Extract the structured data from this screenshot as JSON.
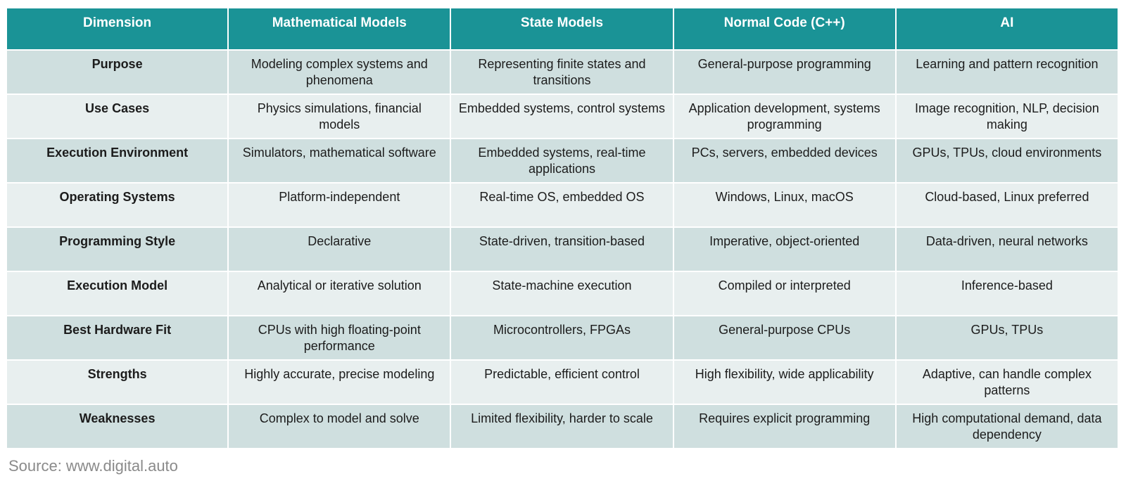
{
  "table": {
    "headers": [
      "Dimension",
      "Mathematical Models",
      "State Models",
      "Normal Code (C++)",
      "AI"
    ],
    "rows": [
      [
        "Purpose",
        "Modeling complex systems and phenomena",
        "Representing finite states and transitions",
        "General-purpose programming",
        "Learning and pattern recognition"
      ],
      [
        "Use Cases",
        "Physics simulations, financial models",
        "Embedded systems, control systems",
        "Application development, systems programming",
        "Image recognition, NLP, decision making"
      ],
      [
        "Execution Environment",
        "Simulators, mathematical software",
        "Embedded systems, real-time applications",
        "PCs, servers, embedded devices",
        "GPUs, TPUs, cloud environments"
      ],
      [
        "Operating Systems",
        "Platform-independent",
        "Real-time OS, embedded OS",
        "Windows, Linux, macOS",
        "Cloud-based, Linux preferred"
      ],
      [
        "Programming Style",
        "Declarative",
        "State-driven, transition-based",
        "Imperative, object-oriented",
        "Data-driven, neural networks"
      ],
      [
        "Execution Model",
        "Analytical or iterative solution",
        "State-machine execution",
        "Compiled or interpreted",
        "Inference-based"
      ],
      [
        "Best Hardware Fit",
        "CPUs with high floating-point performance",
        "Microcontrollers, FPGAs",
        "General-purpose CPUs",
        "GPUs, TPUs"
      ],
      [
        "Strengths",
        "Highly accurate, precise modeling",
        "Predictable, efficient control",
        "High flexibility, wide applicability",
        "Adaptive, can handle complex patterns"
      ],
      [
        "Weaknesses",
        "Complex to model and solve",
        "Limited flexibility, harder to scale",
        "Requires explicit programming",
        "High computational demand, data dependency"
      ]
    ]
  },
  "source": "Source: www.digital.auto",
  "colors": {
    "header_bg": "#1a9396",
    "header_text": "#ffffff",
    "row_odd_bg": "#cfdfdf",
    "row_even_bg": "#e8efef",
    "source_text": "#8a8a8a"
  }
}
